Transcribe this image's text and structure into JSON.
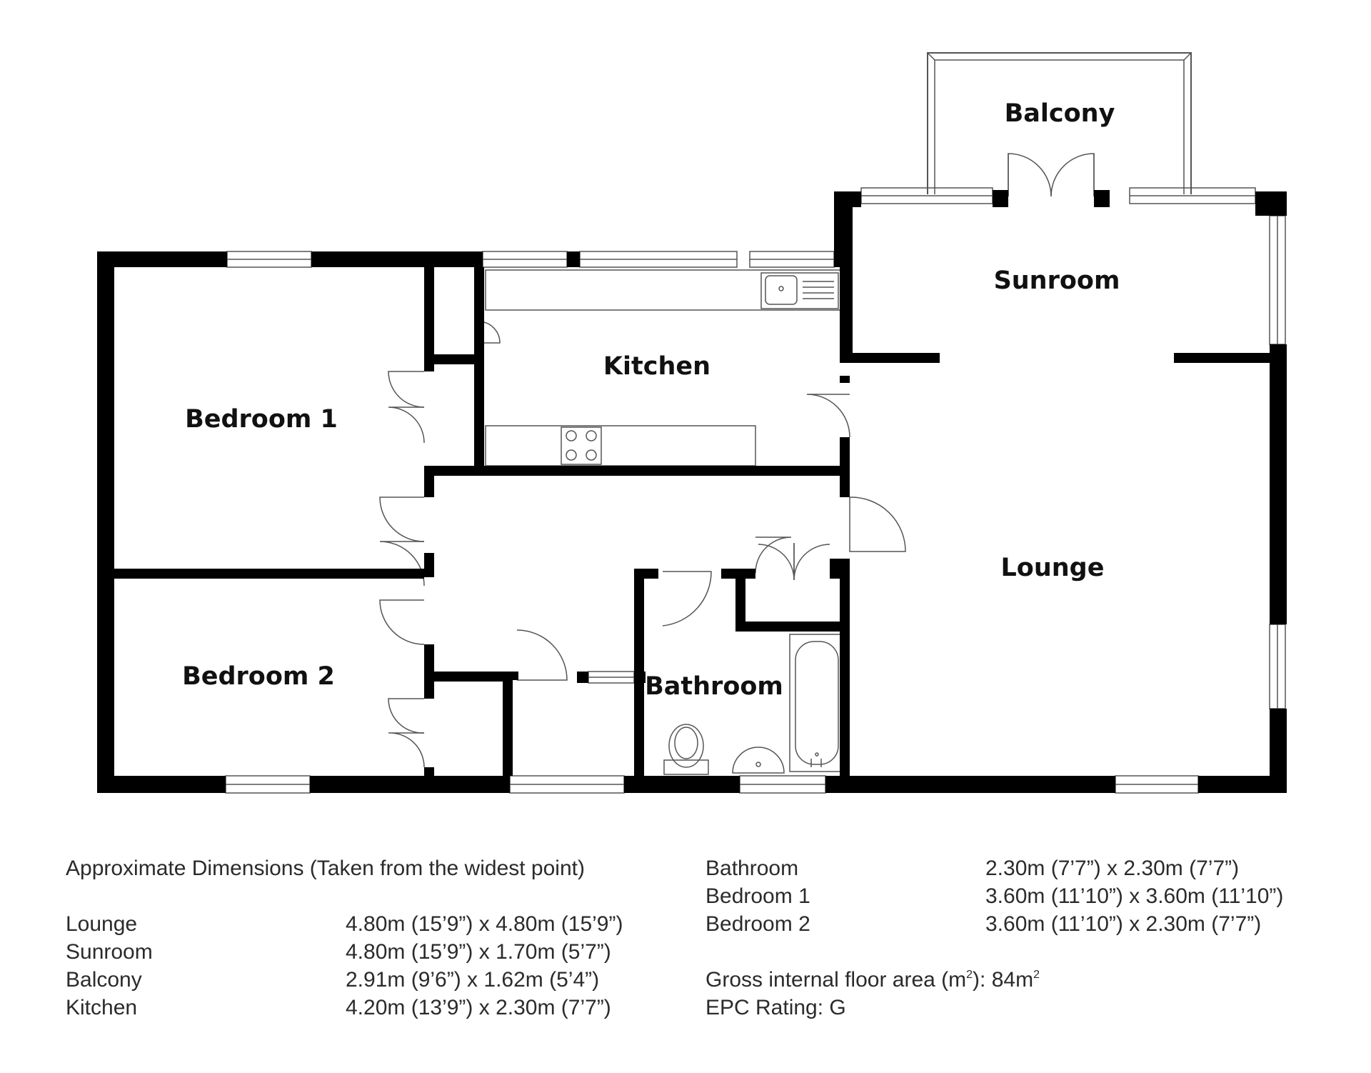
{
  "rooms": {
    "balcony": "Balcony",
    "sunroom": "Sunroom",
    "kitchen": "Kitchen",
    "bedroom1": "Bedroom 1",
    "bedroom2": "Bedroom 2",
    "lounge": "Lounge",
    "bathroom": "Bathroom"
  },
  "dimensions": {
    "heading": "Approximate Dimensions (Taken from the widest point)",
    "left": [
      {
        "room": "Lounge",
        "size": "4.80m (15’9”) x 4.80m (15’9”)"
      },
      {
        "room": "Sunroom",
        "size": "4.80m (15’9”) x 1.70m (5’7”)"
      },
      {
        "room": "Balcony",
        "size": "2.91m (9’6”) x 1.62m (5’4”)"
      },
      {
        "room": "Kitchen",
        "size": "4.20m (13’9”) x 2.30m (7’7”)"
      }
    ],
    "right": [
      {
        "room": "Bathroom",
        "size": "2.30m (7’7”) x 2.30m (7’7”)"
      },
      {
        "room": "Bedroom 1",
        "size": "3.60m (11’10”) x 3.60m (11’10”)"
      },
      {
        "room": "Bedroom 2",
        "size": "3.60m (11’10”) x 2.30m (7’7”)"
      }
    ],
    "gross_area": {
      "label_start": "Gross internal floor area (m",
      "label_sup": "2",
      "label_end": "): 84m",
      "value_sup": "2"
    },
    "epc": "EPC Rating: G"
  },
  "colors": {
    "wall": "#000000",
    "fixture": "#555555",
    "text": "#2b2b2b"
  }
}
